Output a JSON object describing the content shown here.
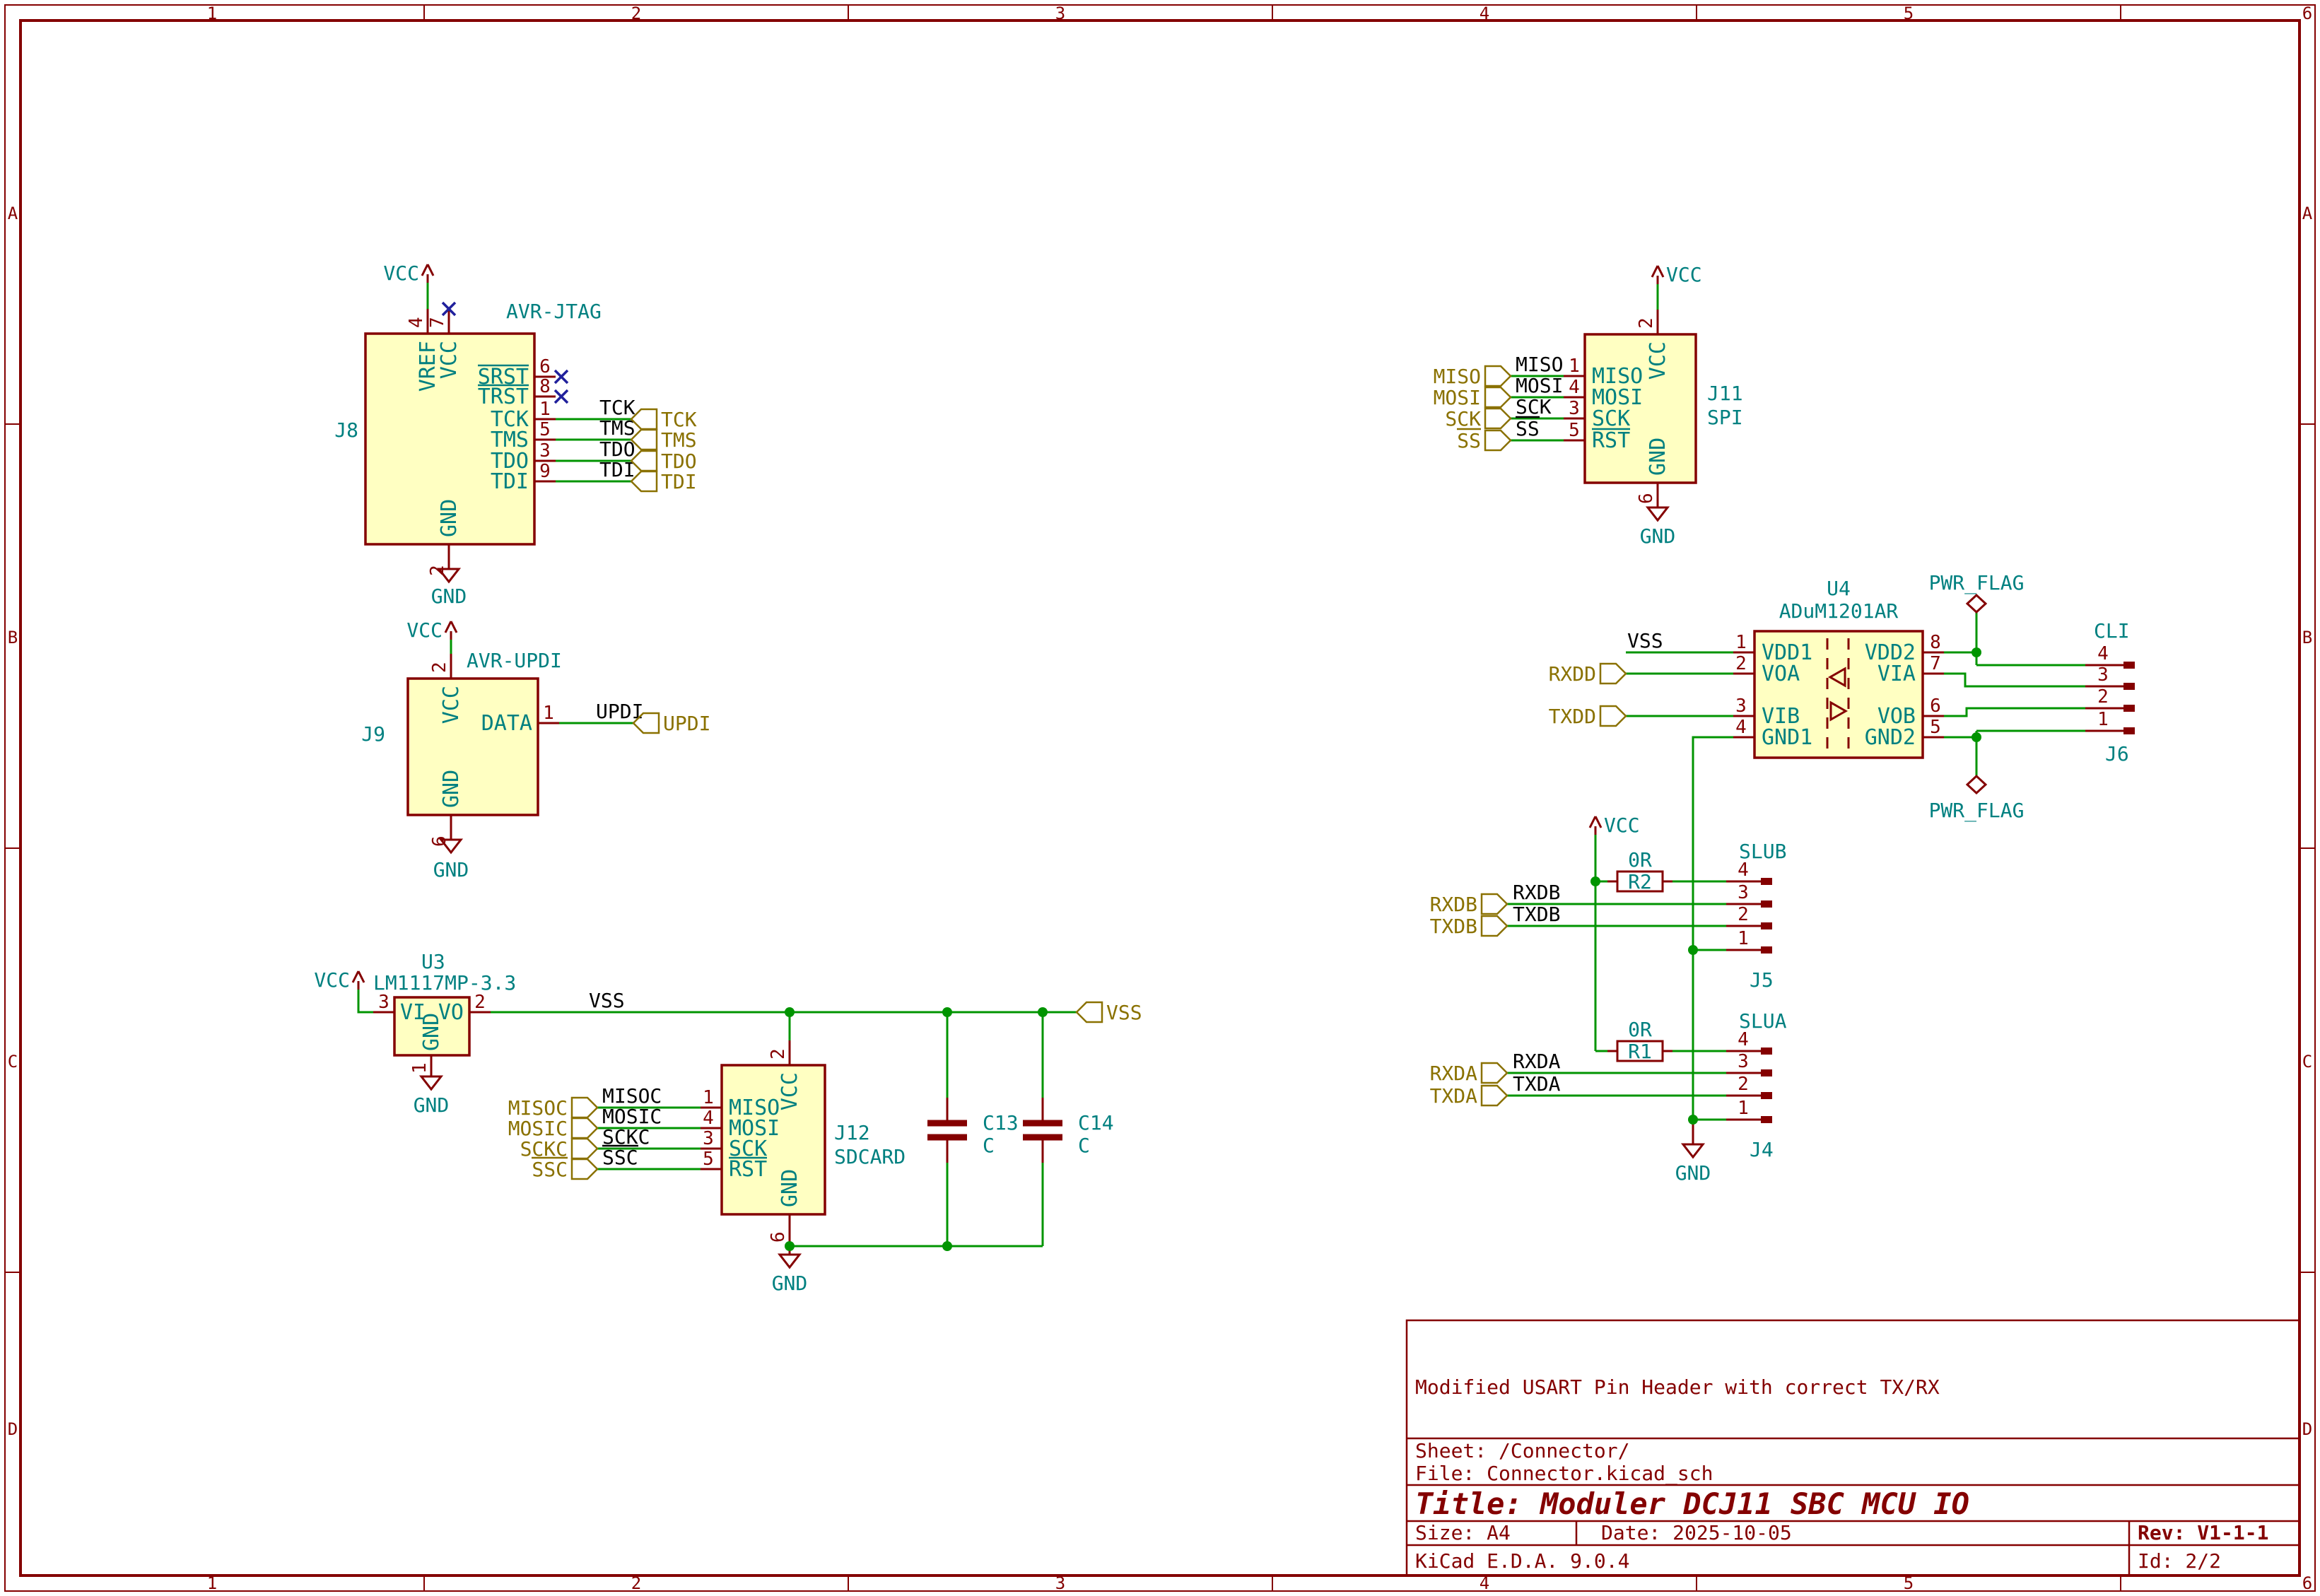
{
  "app": {
    "name": "KiCad schematic sheet",
    "tool_version": "KiCad E.D.A. 9.0.4"
  },
  "colors": {
    "wire": "#009400",
    "device": "#840000",
    "body_fill": "#FFFFC2",
    "pin_name": "#008080",
    "net_label": "#000000",
    "hier_label": "#8a7100",
    "no_connect": "#20209c",
    "frame": "#840000"
  },
  "frame": {
    "cols": [
      "1",
      "2",
      "3",
      "4",
      "5",
      "6"
    ],
    "rows": [
      "A",
      "B",
      "C",
      "D"
    ]
  },
  "tb": {
    "comment": "Modified USART Pin Header with correct TX/RX",
    "sheet": "Sheet: /Connector/",
    "file": "File: Connector.kicad_sch",
    "title": "Title: Moduler DCJ11 SBC MCU IO",
    "size": "Size: A4",
    "date": "Date: 2025-10-05",
    "rev": "Rev: V1-1-1",
    "tool": "KiCad E.D.A. 9.0.4",
    "id": "Id: 2/2"
  },
  "pwr": {
    "vcc": "VCC",
    "gnd": "GND",
    "flag": "PWR_FLAG"
  },
  "j8": {
    "ref": "J8",
    "value": "AVR-JTAG",
    "names": [
      "VREF",
      "VCC",
      "SRST",
      "TRST",
      "TCK",
      "TMS",
      "TDO",
      "TDI",
      "GND"
    ],
    "nums": [
      "4",
      "7",
      "6",
      "8",
      "1",
      "5",
      "3",
      "9",
      "2"
    ],
    "nets": [
      "TCK",
      "TMS",
      "TDO",
      "TDI"
    ],
    "hier": [
      "TCK",
      "TMS",
      "TDO",
      "TDI"
    ]
  },
  "j9": {
    "ref": "J9",
    "value": "AVR-UPDI",
    "names": [
      "VCC",
      "DATA",
      "GND"
    ],
    "nums": [
      "2",
      "1",
      "6"
    ],
    "net": "UPDI",
    "hier": "UPDI"
  },
  "u3": {
    "ref": "U3",
    "value": "LM1117MP-3.3",
    "names": [
      "VI",
      "VO",
      "GND"
    ],
    "nums": [
      "3",
      "2",
      "1"
    ],
    "net": "VSS"
  },
  "j12": {
    "ref": "J12",
    "value": "SDCARD",
    "names": [
      "VCC",
      "MISO",
      "MOSI",
      "SCK",
      "RST",
      "GND"
    ],
    "nums": [
      "2",
      "1",
      "4",
      "3",
      "5",
      "6"
    ],
    "nets": [
      "MISOC",
      "MOSIC",
      "SCKC",
      "SSC"
    ],
    "hier": [
      "MISOC",
      "MOSIC",
      "SCKC",
      "SSC"
    ]
  },
  "c13": {
    "ref": "C13",
    "value": "C"
  },
  "c14": {
    "ref": "C14",
    "value": "C"
  },
  "j11": {
    "ref": "J11",
    "value": "SPI",
    "names": [
      "VCC",
      "MISO",
      "MOSI",
      "SCK",
      "RST",
      "GND"
    ],
    "nums": [
      "2",
      "1",
      "4",
      "3",
      "5",
      "6"
    ],
    "nets": [
      "MISO",
      "MOSI",
      "SCK",
      "SS"
    ],
    "hier": [
      "MISO",
      "MOSI",
      "SCK",
      "SS"
    ]
  },
  "u4": {
    "ref": "U4",
    "value": "ADuM1201AR",
    "left_names": [
      "VDD1",
      "VOA",
      "VIB",
      "GND1"
    ],
    "left_nums": [
      "1",
      "2",
      "3",
      "4"
    ],
    "right_names": [
      "VDD2",
      "VIA",
      "VOB",
      "GND2"
    ],
    "right_nums": [
      "8",
      "7",
      "6",
      "5"
    ],
    "net": "VSS",
    "hier": [
      "RXDD",
      "TXDD"
    ]
  },
  "j6": {
    "ref": "J6",
    "value": "CLI",
    "nums": [
      "4",
      "3",
      "2",
      "1"
    ]
  },
  "j5": {
    "ref": "J5",
    "value": "SLUB",
    "nums": [
      "4",
      "3",
      "2",
      "1"
    ],
    "res": {
      "ref": "R2",
      "value": "0R"
    },
    "nets": [
      "RXDB",
      "TXDB"
    ],
    "hier": [
      "RXDB",
      "TXDB"
    ]
  },
  "j4": {
    "ref": "J4",
    "value": "SLUA",
    "nums": [
      "4",
      "3",
      "2",
      "1"
    ],
    "res": {
      "ref": "R1",
      "value": "0R"
    },
    "nets": [
      "RXDA",
      "TXDA"
    ],
    "hier": [
      "RXDA",
      "TXDA"
    ]
  }
}
